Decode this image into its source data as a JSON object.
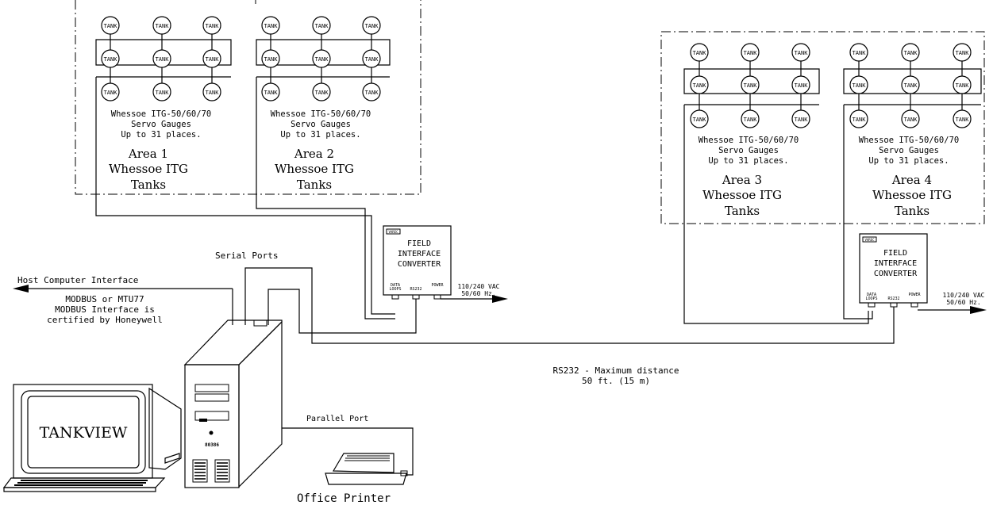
{
  "tank_label": "TANK",
  "areas": [
    {
      "gauge_line1": "Whessoe ITG-50/60/70",
      "gauge_line2": "Servo Gauges",
      "gauge_line3": "Up to 31 places.",
      "area_name": "Area 1",
      "area_line2": "Whessoe ITG",
      "area_line3": "Tanks"
    },
    {
      "gauge_line1": "Whessoe ITG-50/60/70",
      "gauge_line2": "Servo Gauges",
      "gauge_line3": "Up to 31 places.",
      "area_name": "Area 2",
      "area_line2": "Whessoe ITG",
      "area_line3": "Tanks"
    },
    {
      "gauge_line1": "Whessoe ITG-50/60/70",
      "gauge_line2": "Servo Gauges",
      "gauge_line3": "Up to 31 places.",
      "area_name": "Area 3",
      "area_line2": "Whessoe ITG",
      "area_line3": "Tanks"
    },
    {
      "gauge_line1": "Whessoe ITG-50/60/70",
      "gauge_line2": "Servo Gauges",
      "gauge_line3": "Up to 31 places.",
      "area_name": "Area 4",
      "area_line2": "Whessoe ITG",
      "area_line3": "Tanks"
    }
  ],
  "converter": {
    "logo": "VAREC",
    "line1": "FIELD",
    "line2": "INTERFACE",
    "line3": "CONVERTER",
    "port_data_1": "DATA",
    "port_data_2": "LOOPS",
    "port_rs232": "RS232",
    "port_power": "POWER",
    "power_line1": "110/240 VAC",
    "power_line2": "50/60 Hz."
  },
  "serial_ports_label": "Serial Ports",
  "host": {
    "line1": "Host Computer Interface",
    "line2": "MODBUS or MTU77",
    "line3": "MODBUS Interface is",
    "line4": "certified by Honeywell"
  },
  "rs232_line1": "RS232 - Maximum distance",
  "rs232_line2": "50 ft. (15 m)",
  "parallel_port_label": "Parallel Port",
  "printer_label": "Office Printer",
  "monitor_screen_label": "TANKVIEW",
  "cpu_label": "80386"
}
